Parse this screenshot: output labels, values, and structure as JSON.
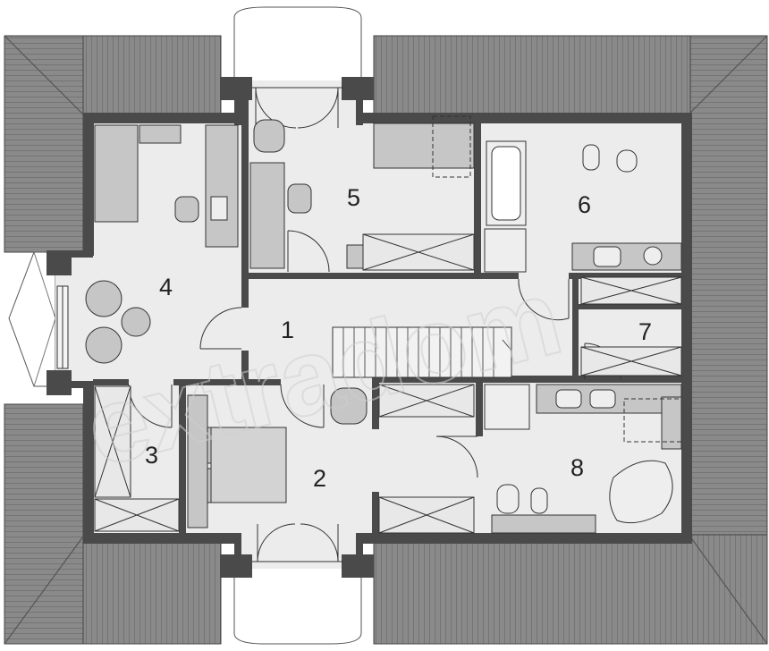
{
  "rooms": [
    {
      "id": "1",
      "label": "1"
    },
    {
      "id": "2",
      "label": "2"
    },
    {
      "id": "3",
      "label": "3"
    },
    {
      "id": "4",
      "label": "4"
    },
    {
      "id": "5",
      "label": "5"
    },
    {
      "id": "6",
      "label": "6"
    },
    {
      "id": "7",
      "label": "7"
    },
    {
      "id": "8",
      "label": "8"
    }
  ],
  "watermark": "extradom",
  "colors": {
    "roof": "#8a8a8a",
    "roof_line": "#5e5e5e",
    "wall": "#4a4a4a",
    "floor": "#ececec",
    "furniture": "#c6c6c6",
    "outline": "#333333",
    "glass": "#f4f4f4"
  }
}
